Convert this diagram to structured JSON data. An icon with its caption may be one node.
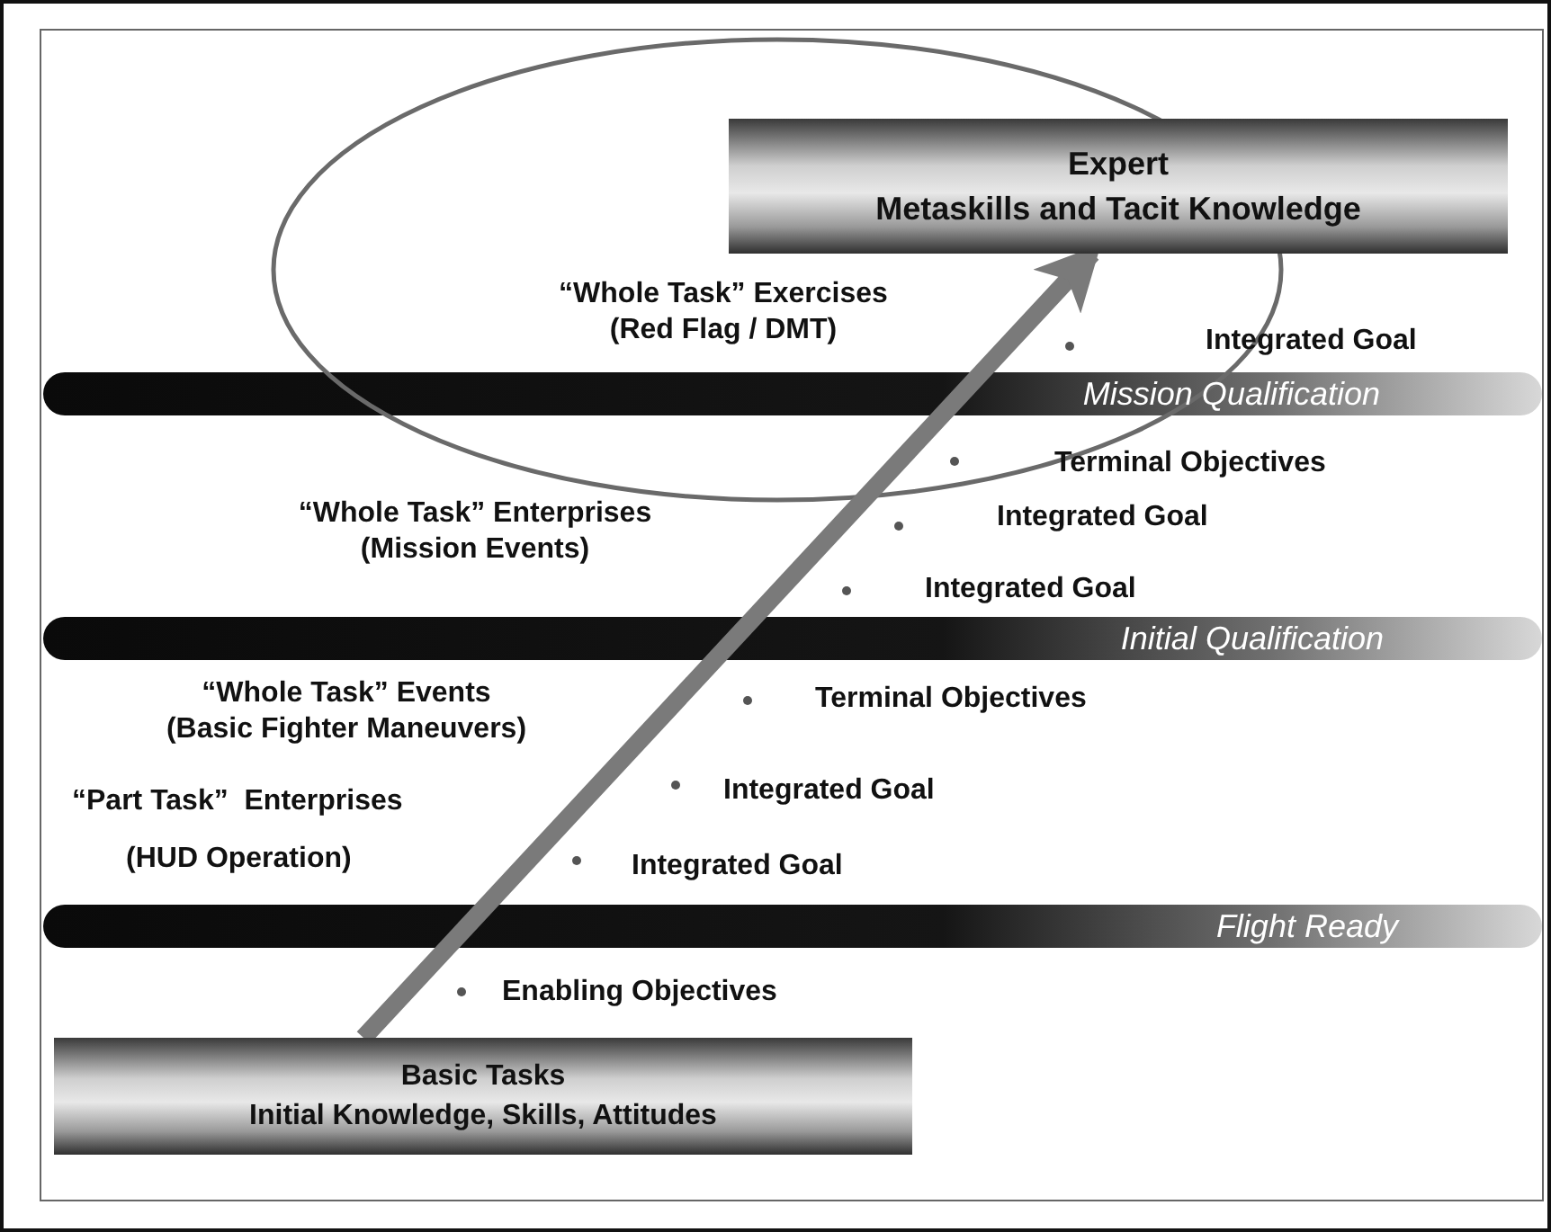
{
  "diagram": {
    "nodes": [
      {
        "text": [
          "Expert",
          "Metaskills and Tacit Knowledge"
        ]
      },
      {
        "text": [
          "Basic Tasks",
          "Initial Knowledge, Skills, Attitudes"
        ]
      }
    ],
    "edges": [
      {
        "from": 1,
        "to": 0,
        "arrow": "to"
      }
    ],
    "labels": [
      "“Whole Task” Exercises (Red Flag / DMT)",
      "Integrated Goal",
      "Mission Qualification",
      "Terminal Objectives",
      "“Whole Task” Enterprises (Mission Events)",
      "Integrated Goal",
      "Integrated Goal",
      "Initial Qualification",
      "“Whole Task” Events (Basic Fighter Maneuvers)",
      "Terminal Objectives",
      "“Part Task”  Enterprises",
      "Integrated Goal",
      "(HUD Operation)",
      "Integrated Goal",
      "Flight Ready",
      "Enabling Objectives"
    ]
  }
}
